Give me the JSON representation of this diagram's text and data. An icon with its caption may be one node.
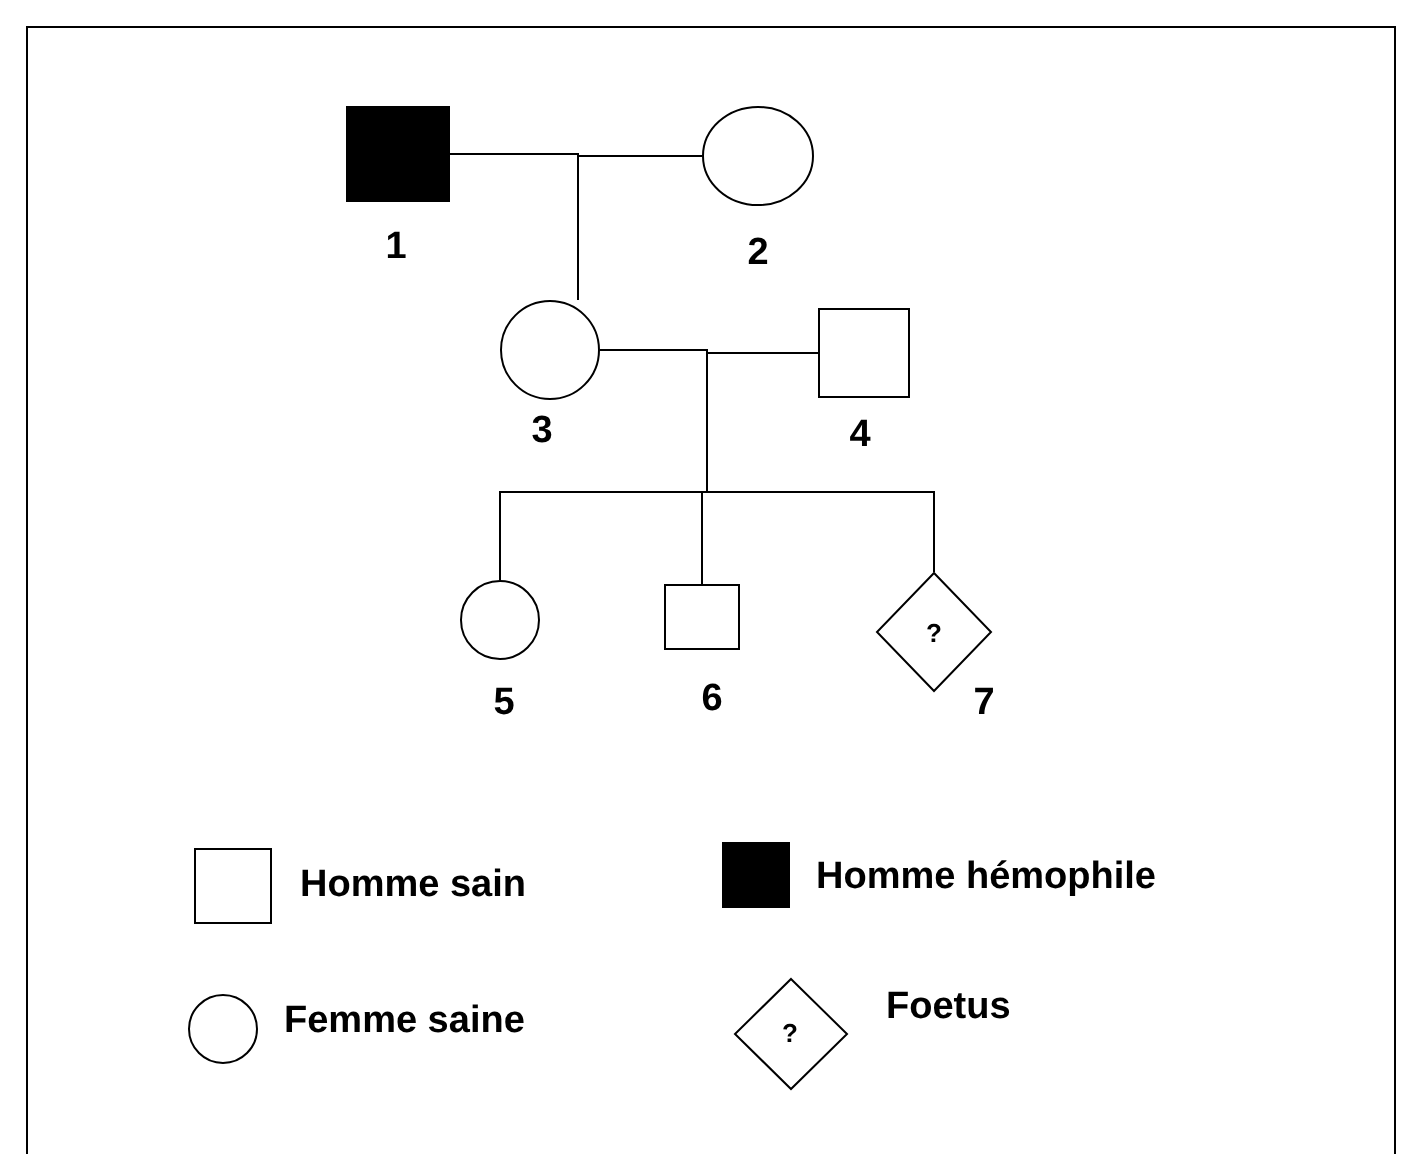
{
  "diagram": {
    "nodes": [
      {
        "text": [
          "1"
        ]
      },
      {
        "text": [
          "2"
        ]
      },
      {
        "text": [
          "3"
        ]
      },
      {
        "text": [
          "4"
        ]
      },
      {
        "text": [
          "5"
        ]
      },
      {
        "text": [
          "6"
        ]
      },
      {
        "text": [
          "?",
          "7"
        ]
      }
    ],
    "edges": [
      {
        "from": 0,
        "to": 2,
        "arrow": "none"
      },
      {
        "from": 1,
        "to": 2,
        "arrow": "none"
      },
      {
        "from": 2,
        "to": 4,
        "arrow": "none"
      },
      {
        "from": 2,
        "to": 5,
        "arrow": "none"
      },
      {
        "from": 2,
        "to": 6,
        "arrow": "none"
      },
      {
        "from": 3,
        "to": 4,
        "arrow": "none"
      },
      {
        "from": 3,
        "to": 5,
        "arrow": "none"
      },
      {
        "from": 3,
        "to": 6,
        "arrow": "none"
      }
    ],
    "labels": [
      "?"
    ],
    "legend": [
      {
        "text": "Homme sain"
      },
      {
        "text": "Homme hémophile",
        "color": "#000000"
      },
      {
        "text": "Femme saine"
      },
      {
        "text": "Foetus"
      }
    ]
  }
}
